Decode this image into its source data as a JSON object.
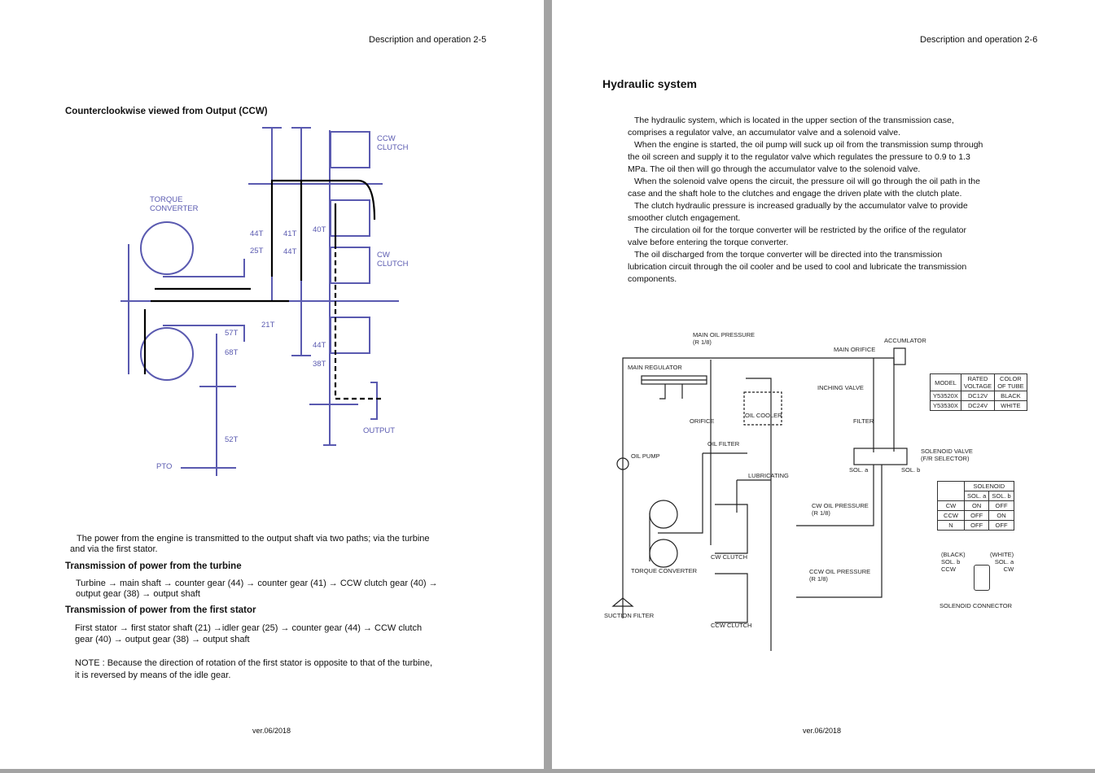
{
  "left_page": {
    "header": "Description and operation 2-5",
    "title": "Counterclookwise viewed from Output (CCW)",
    "diagram_labels": {
      "ccw_clutch": [
        "CCW",
        "CLUTCH"
      ],
      "torque_converter": [
        "TORQUE",
        "CONVERTER"
      ],
      "g44a": "44T",
      "g41": "41T",
      "g40": "40T",
      "g25": "25T",
      "g44b": "44T",
      "cw_clutch": [
        "CW",
        "CLUTCH"
      ],
      "g21": "21T",
      "g57": "57T",
      "g68": "68T",
      "g44c": "44T",
      "g38": "38T",
      "output": "OUTPUT",
      "g52": "52T",
      "pto": "PTO"
    },
    "intro": [
      "The power from the engine is transmitted to the output shaft via two paths; via the turbine",
      "and via the first stator."
    ],
    "sec1_title": "Transmission of power from the turbine",
    "sec1_text": [
      "Turbine → main shaft → counter gear (44) → counter gear (41) → CCW clutch gear (40) →",
      "output gear (38) → output shaft"
    ],
    "sec2_title": "Transmission of power from the first stator",
    "sec2_text": [
      "First stator → first stator shaft (21) →idler gear (25) → counter gear (44) → CCW clutch",
      "gear (40) → output gear (38) → output shaft"
    ],
    "note": [
      "NOTE : Because the direction of rotation of the first stator is opposite to that of the turbine,",
      "it is reversed by means of the idle gear."
    ],
    "footer": "ver.06/2018"
  },
  "right_page": {
    "header": "Description and operation 2-6",
    "title": "Hydraulic system",
    "paragraph_lines": [
      " The hydraulic system, which is located in the upper section of the transmission case,",
      "comprises a regulator valve, an accumulator valve and a solenoid valve.",
      " When the engine is started, the oil pump will suck up oil from the transmission sump through",
      "the oil screen and supply it to the regulator valve which regulates the pressure to 0.9 to 1.3",
      "MPa. The oil then will go through the accumulator valve to the solenoid valve.",
      " When the solenoid valve opens the circuit, the pressure oil will go through the oil path in the",
      "case and the shaft hole to the clutches and engage the driven plate with the clutch plate.",
      " The clutch hydraulic pressure is increased gradually by the accumulator valve to provide",
      "smoother clutch engagement.",
      " The circulation oil for the torque converter will be restricted by the orifice of the regulator",
      "valve before entering the torque converter.",
      " The oil discharged from the torque converter will be directed into the transmission",
      "lubrication circuit through the oil cooler and be used to cool and lubricate the transmission",
      "components."
    ],
    "diagram_labels": {
      "main_oil_pressure": [
        "MAIN OIL PRESSURE",
        "(R 1/8)"
      ],
      "accumulator": "ACCUMLATOR",
      "main_orifice": "MAIN ORIFICE",
      "main_regulator": "MAIN REGULATOR",
      "inching_valve": "INCHING VALVE",
      "oil_cooler": "OIL COOLER",
      "orifice": "ORIFICE",
      "filter": "FILTER",
      "oil_filter": "OIL FILTER",
      "oil_pump": "OIL PUMP",
      "solenoid_valve": [
        "SOLENOID VALVE",
        "(F/R SELECTOR)"
      ],
      "sol_a": "SOL. a",
      "sol_b": "SOL. b",
      "lubricating": "LUBRICATING",
      "cw_oil_pressure": [
        "CW OIL PRESSURE",
        "(R 1/8)"
      ],
      "cw_clutch": "CW CLUTCH",
      "torque_converter": "TORQUE CONVERTER",
      "ccw_oil_pressure": [
        "CCW OIL PRESSURE",
        "(R 1/8)"
      ],
      "suction_filter": "SUCTION FILTER",
      "ccw_clutch": "CCW CLUTCH",
      "conn_black": [
        "(BLACK)",
        "SOL. b",
        "CCW"
      ],
      "conn_white": [
        "(WHITE)",
        "SOL. a",
        "CW"
      ],
      "solenoid_connector": "SOLENOID CONNECTOR"
    },
    "model_table": {
      "headers": [
        [
          "MODEL"
        ],
        [
          "RATED",
          "VOLTAGE"
        ],
        [
          "COLOR",
          "OF TUBE"
        ]
      ],
      "rows": [
        [
          "Y53520X",
          "DC12V",
          "BLACK"
        ],
        [
          "Y53530X",
          "DC24V",
          "WHITE"
        ]
      ]
    },
    "solenoid_table": {
      "header": "SOLENOID",
      "cols": [
        "SOL. a",
        "SOL. b"
      ],
      "rows": [
        [
          "CW",
          "ON",
          "OFF"
        ],
        [
          "CCW",
          "OFF",
          "ON"
        ],
        [
          "N",
          "OFF",
          "OFF"
        ]
      ]
    },
    "footer": "ver.06/2018"
  },
  "colors": {
    "diagram": "#5a5ab0",
    "background": "#a3a3a3"
  }
}
